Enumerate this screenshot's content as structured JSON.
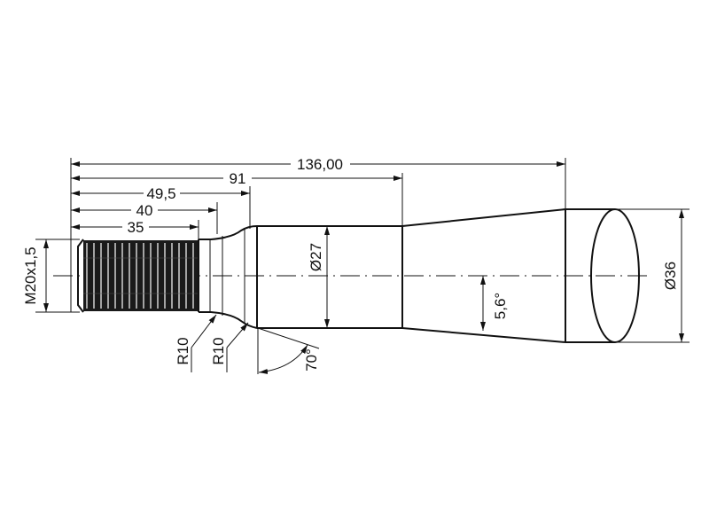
{
  "drawing": {
    "title": "Threaded tine / pin technical drawing",
    "dimensions": {
      "overall_length": "136,00",
      "length_to_cone": "91",
      "length_to_cylinder": "49,5",
      "length_to_neck": "40",
      "thread_length": "35",
      "thread_spec": "M20x1,5",
      "cylinder_diameter": "Ø27",
      "end_diameter": "Ø36",
      "taper_angle": "5,6°",
      "chamfer_angle": "70°",
      "radius_1": "R10",
      "radius_2": "R10"
    },
    "colors": {
      "line": "#111111",
      "background": "#ffffff"
    }
  }
}
